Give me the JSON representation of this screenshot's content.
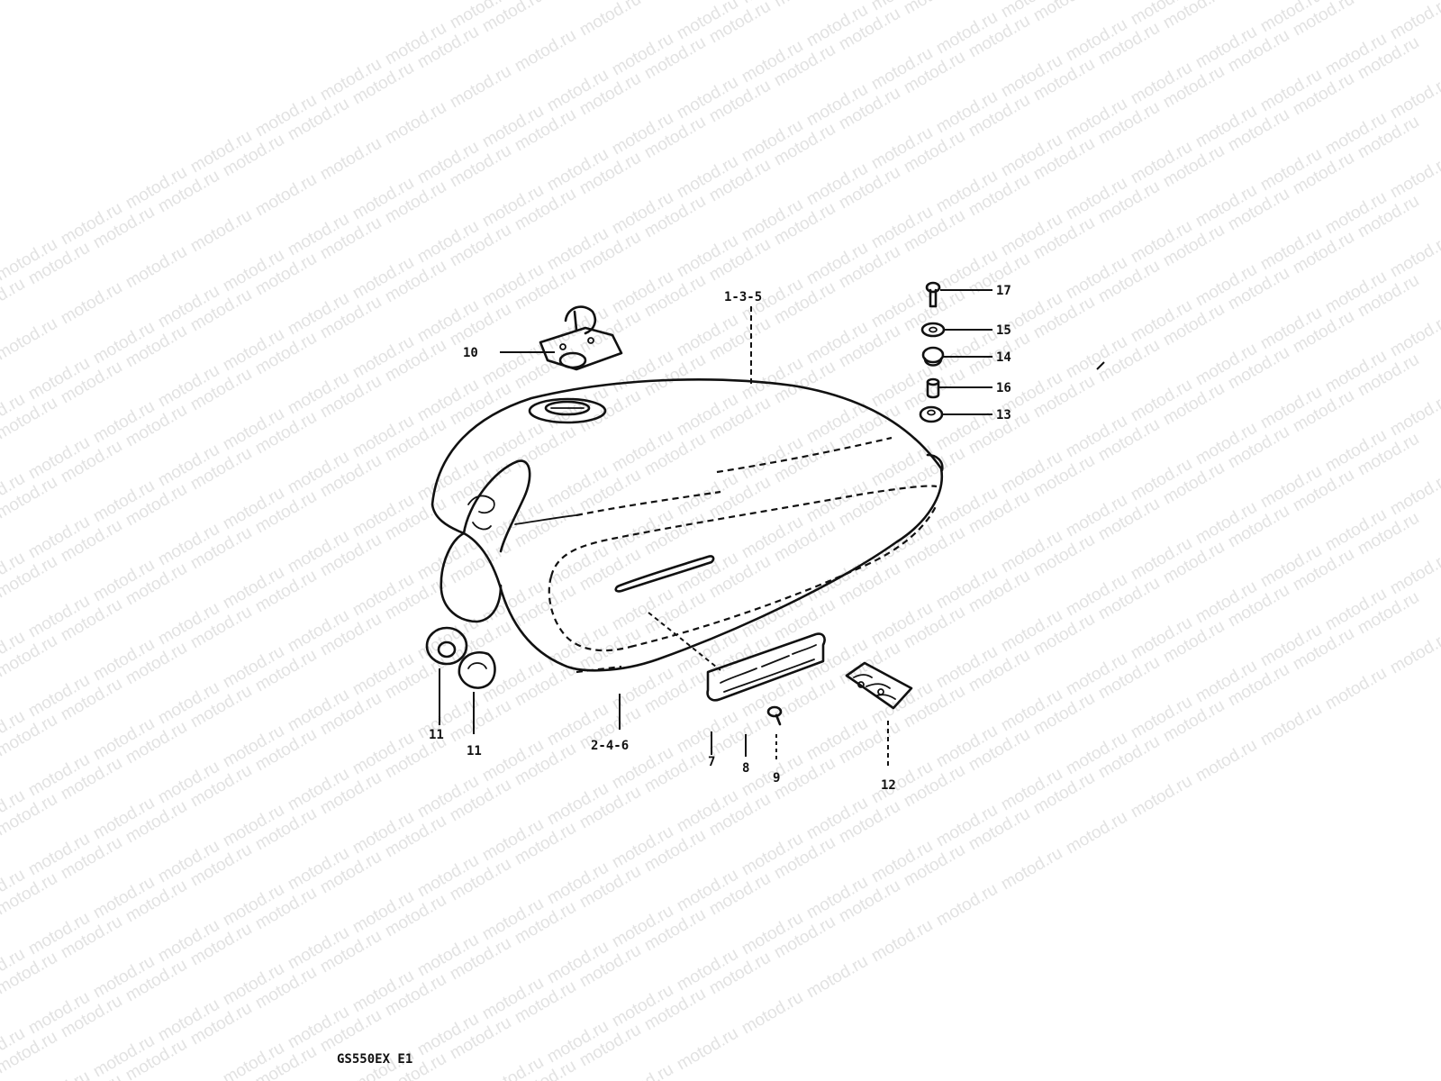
{
  "watermark": {
    "text": "motod.ru"
  },
  "diagram": {
    "callouts": {
      "c1": "1-3-5",
      "c2": "2-4-6",
      "c7": "7",
      "c8": "8",
      "c9": "9",
      "c10": "10",
      "c11a": "11",
      "c11b": "11",
      "c12": "12",
      "c13": "13",
      "c14": "14",
      "c15": "15",
      "c16": "16",
      "c17": "17"
    },
    "caption": "GS550EX E1"
  }
}
